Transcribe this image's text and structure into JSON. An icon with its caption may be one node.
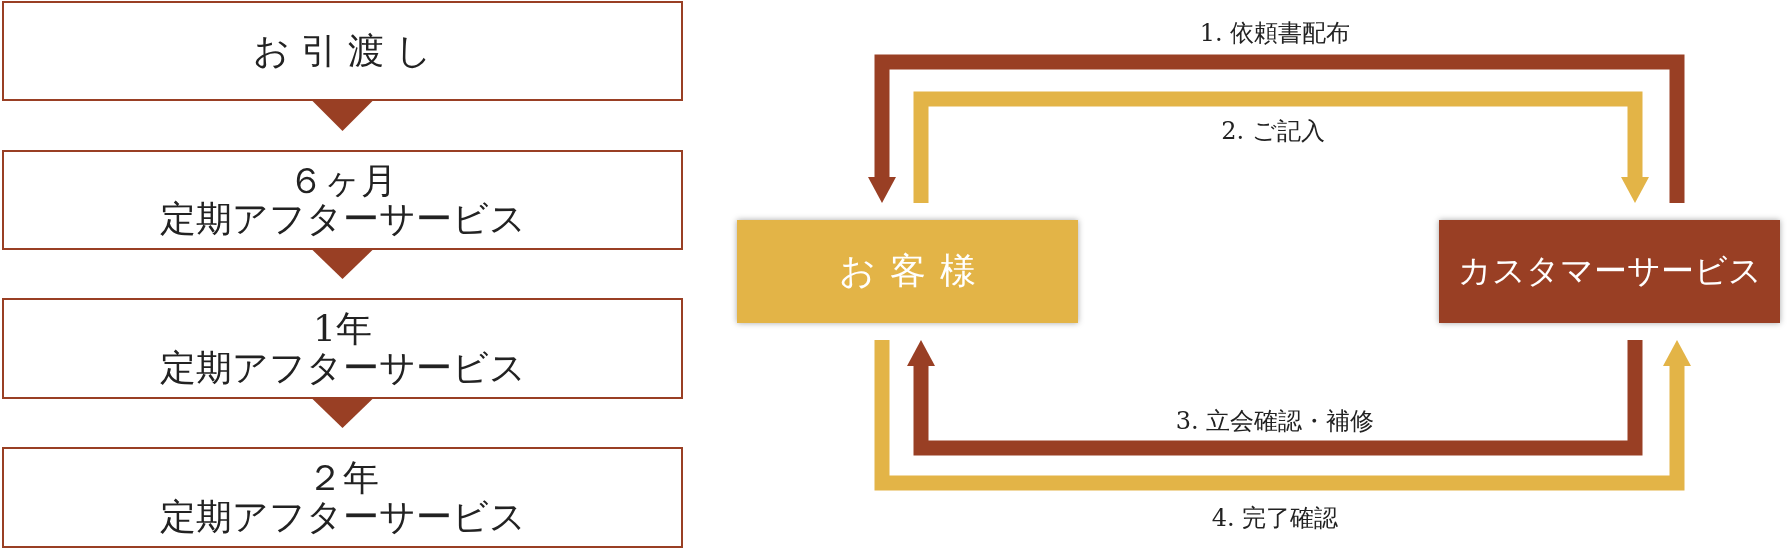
{
  "diagram": {
    "nodes": [
      {
        "text": [
          "お引渡し"
        ]
      },
      {
        "text": [
          "６ヶ月",
          "定期アフターサービス"
        ]
      },
      {
        "text": [
          "1年",
          "定期アフターサービス"
        ]
      },
      {
        "text": [
          "２年",
          "定期アフターサービス"
        ]
      },
      {
        "text": [
          "お客様"
        ]
      },
      {
        "text": [
          "カスタマーサービス"
        ]
      }
    ],
    "edges": [
      {
        "from": 0,
        "to": 1,
        "arrow": "to"
      },
      {
        "from": 1,
        "to": 2,
        "arrow": "to"
      },
      {
        "from": 2,
        "to": 3,
        "arrow": "to"
      },
      {
        "from": 5,
        "to": 4,
        "arrow": "to",
        "label": "1. 依頼書配布"
      },
      {
        "from": 4,
        "to": 5,
        "arrow": "to",
        "label": "2. ご記入",
        "color": "#e3b447"
      },
      {
        "from": 5,
        "to": 4,
        "arrow": "to",
        "label": "3. 立会確認・補修"
      },
      {
        "from": 4,
        "to": 5,
        "arrow": "to",
        "label": "4. 完了確認",
        "color": "#e3b447"
      }
    ]
  }
}
